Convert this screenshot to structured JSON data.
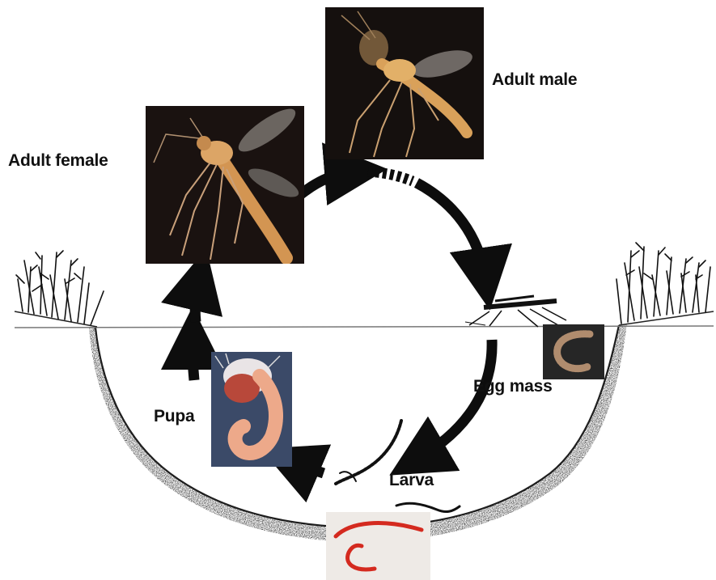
{
  "labels": {
    "adult_male": "Adult male",
    "adult_female": "Adult female",
    "egg_mass": "Egg mass",
    "pupa": "Pupa",
    "larva": "Larva"
  },
  "colors": {
    "arrow": "#0d0d0d",
    "photo_dark_bg": "#1a1210",
    "insect_body": "#d9a15a",
    "pupa_body": "#e8a98a",
    "larva_red": "#d42a1f",
    "soil_stipple": "#3a3a3a"
  },
  "icons": [
    "adult-male-photo",
    "adult-female-photo",
    "egg-mass-photo",
    "pupa-photo",
    "larva-photo",
    "vegetation-left-icon",
    "vegetation-right-icon",
    "egg-laying-female-icon",
    "swimming-larva-icon"
  ]
}
